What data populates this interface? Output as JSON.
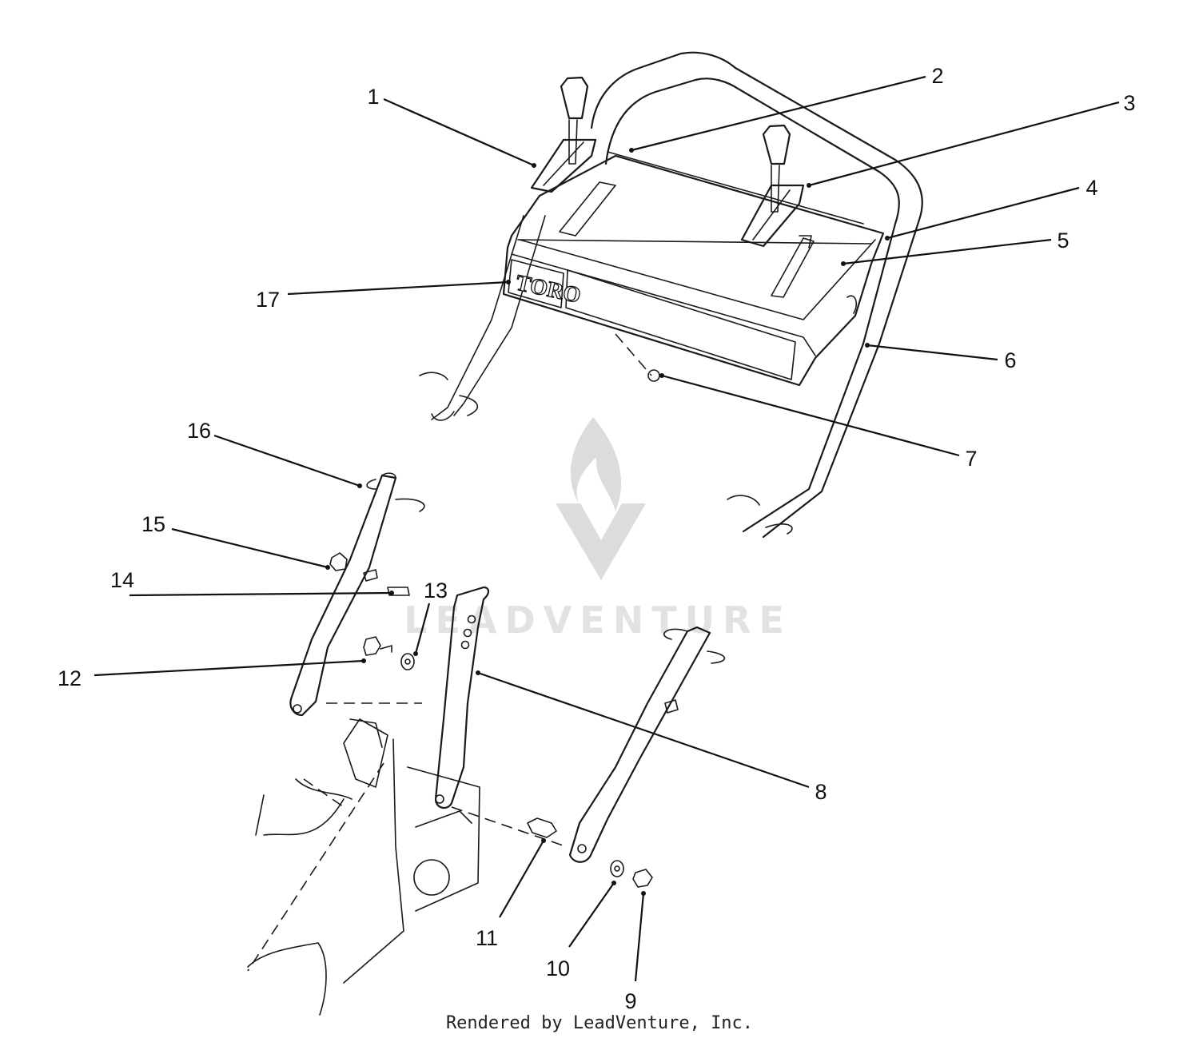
{
  "watermark": {
    "text": "LEADVENTURE"
  },
  "logo": {
    "text": "TORO"
  },
  "callouts": [
    {
      "id": "1",
      "label": "1"
    },
    {
      "id": "2",
      "label": "2"
    },
    {
      "id": "3",
      "label": "3"
    },
    {
      "id": "4",
      "label": "4"
    },
    {
      "id": "5",
      "label": "5"
    },
    {
      "id": "6",
      "label": "6"
    },
    {
      "id": "7",
      "label": "7"
    },
    {
      "id": "8",
      "label": "8"
    },
    {
      "id": "9",
      "label": "9"
    },
    {
      "id": "10",
      "label": "10"
    },
    {
      "id": "11",
      "label": "11"
    },
    {
      "id": "12",
      "label": "12"
    },
    {
      "id": "13",
      "label": "13"
    },
    {
      "id": "14",
      "label": "14"
    },
    {
      "id": "15",
      "label": "15"
    },
    {
      "id": "16",
      "label": "16"
    },
    {
      "id": "17",
      "label": "17"
    }
  ],
  "footer": {
    "credit": "Rendered by LeadVenture, Inc."
  }
}
